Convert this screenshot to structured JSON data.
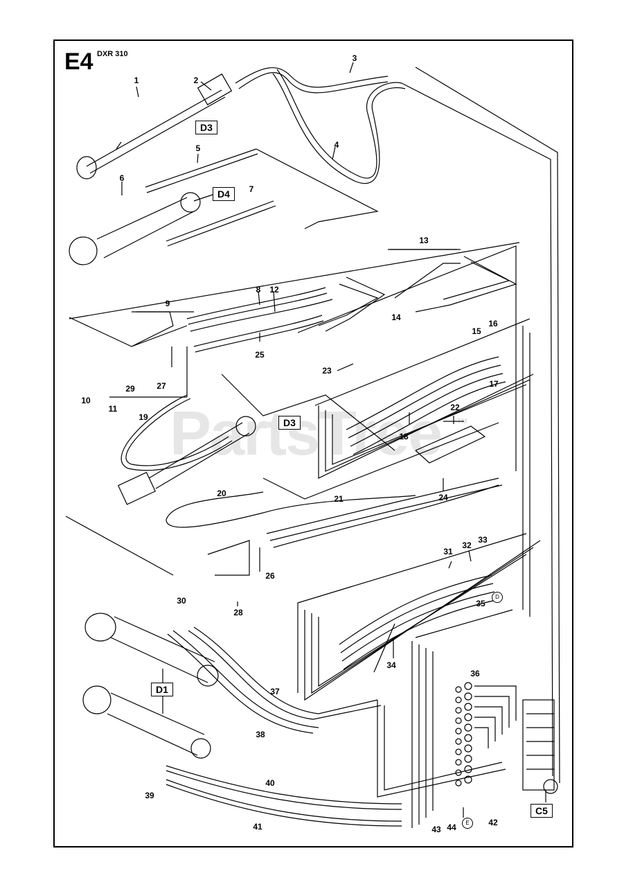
{
  "header": {
    "sheet": "E4",
    "model": "DXR 310"
  },
  "watermark": {
    "text": "PartsTree",
    "tm": "TM"
  },
  "references": {
    "d3_top": "D3",
    "d4": "D4",
    "d3_mid": "D3",
    "d1": "D1",
    "c5": "C5"
  },
  "connectors": {
    "d": "D",
    "e": "E"
  },
  "parts": {
    "p1": "1",
    "p2": "2",
    "p3": "3",
    "p4": "4",
    "p5": "5",
    "p6": "6",
    "p7": "7",
    "p8": "8",
    "p9": "9",
    "p10": "10",
    "p11": "11",
    "p12": "12",
    "p13": "13",
    "p14": "14",
    "p15": "15",
    "p16": "16",
    "p17": "17",
    "p18": "18",
    "p19": "19",
    "p20": "20",
    "p21": "21",
    "p22": "22",
    "p23": "23",
    "p24": "24",
    "p25": "25",
    "p26": "26",
    "p27": "27",
    "p28": "28",
    "p29": "29",
    "p30": "30",
    "p31": "31",
    "p32": "32",
    "p33": "33",
    "p34": "34",
    "p35": "35",
    "p36": "36",
    "p37": "37",
    "p38": "38",
    "p39": "39",
    "p40": "40",
    "p41": "41",
    "p42": "42",
    "p43": "43",
    "p44": "44"
  }
}
